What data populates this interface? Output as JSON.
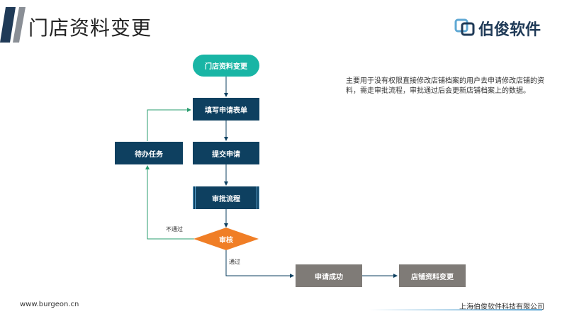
{
  "header": {
    "title": "门店资料变更",
    "brand": "伯俊软件"
  },
  "flow": {
    "start": "门店资料变更",
    "fill_form": "填写申请表单",
    "submit": "提交申请",
    "approval_flow": "审批流程",
    "review": "审核",
    "pending_task": "待办任务",
    "success": "申请成功",
    "store_change": "店铺资料变更",
    "label_reject": "不通过",
    "label_pass": "通过"
  },
  "description": "主要用于没有权限直接修改店铺档案的用户去申请修改店铺的资料，需走审批流程，审批通过后会更新店铺档案上的数据。",
  "footer": {
    "website": "www.burgeon.cn",
    "company": "上海伯俊软件科技有限公司"
  },
  "colors": {
    "teal": "#19b5a5",
    "navy": "#0e4060",
    "gray": "#7f7b77",
    "orange": "#f07e26",
    "green_line": "#2a9d6f"
  }
}
